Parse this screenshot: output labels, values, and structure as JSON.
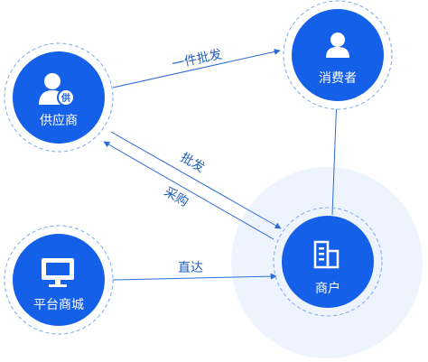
{
  "nodes": {
    "supplier": {
      "label": "供应商",
      "badge": "供",
      "icon": "supplier-person-icon"
    },
    "consumer": {
      "label": "消费者",
      "icon": "person-icon"
    },
    "platform": {
      "label": "平台商城",
      "icon": "monitor-icon"
    },
    "merchant": {
      "label": "商户",
      "icon": "building-icon"
    }
  },
  "edges": {
    "supplier_to_consumer": "一件批发",
    "supplier_to_merchant": "批发",
    "merchant_to_supplier": "采购",
    "platform_to_merchant": "直达"
  },
  "colors": {
    "node_fill": "#1560e8",
    "halo": "#eef4fd",
    "ring": "#7aa6ec",
    "edge": "#2d6bd6",
    "edge_text": "#1f5fbf"
  }
}
